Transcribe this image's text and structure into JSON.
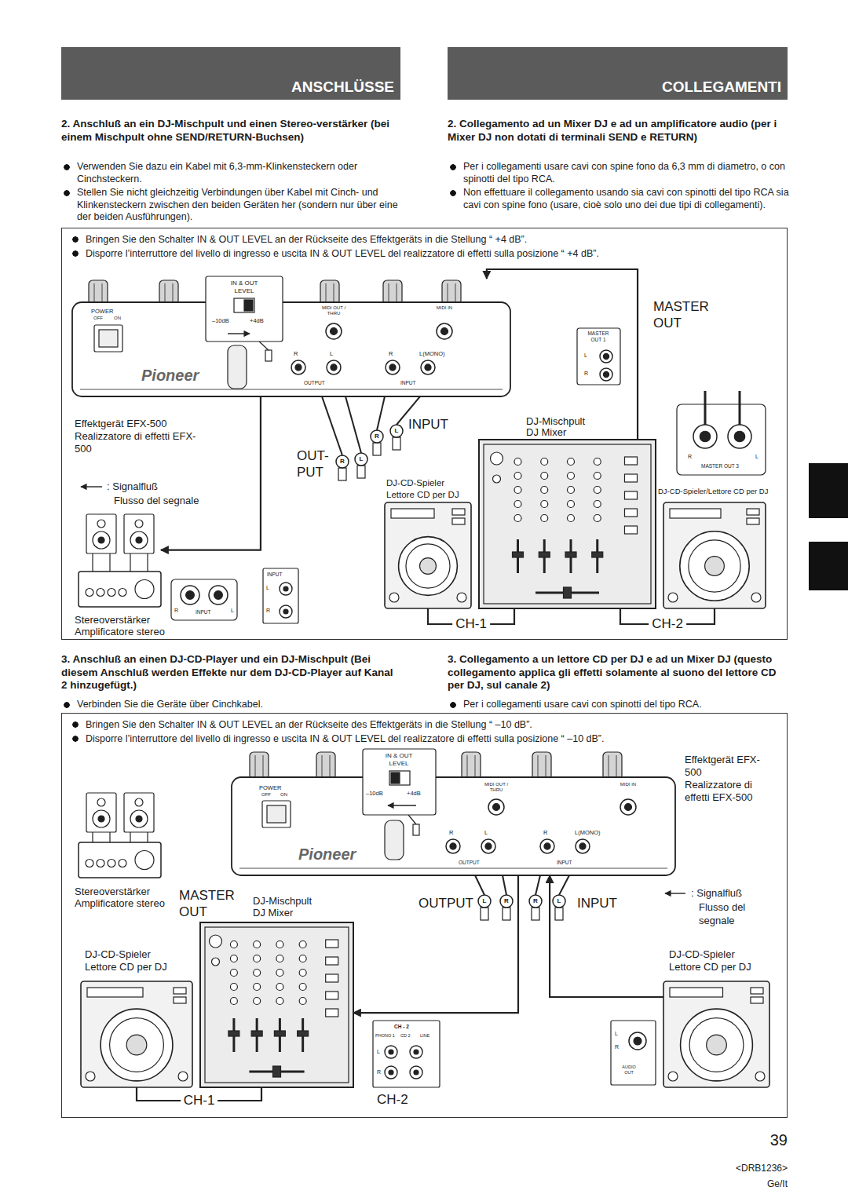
{
  "diagram": {
    "nodes": [
      {
        "text": [
          "ANSCHLÜSSE"
        ]
      },
      {
        "text": [
          "COLLEGAMENTI"
        ]
      },
      {
        "text": [
          "Bringen Sie den Schalter IN & OUT LEVEL an der Rückseite des Effektgeräts in die Stellung “ +4 dB”.",
          "Disporre l’interruttore del livello di ingresso e uscita IN & OUT LEVEL del realizzatore di effetti sulla posizione “ +4 dB”."
        ]
      },
      {
        "text": [
          "Effektgerät EFX-500",
          "Realizzatore di effetti EFX-500"
        ],
        "in": 2
      },
      {
        "text": [
          "DJ-Mischpult",
          "DJ Mixer"
        ],
        "in": 2
      },
      {
        "text": [
          "DJ-CD-Spieler",
          "Lettore CD per DJ"
        ],
        "in": 2
      },
      {
        "text": [
          "DJ-CD-Spieler/Lettore CD per DJ"
        ],
        "in": 2
      },
      {
        "text": [
          "Stereoverstärker",
          "Amplificatore stereo"
        ],
        "in": 2
      },
      {
        "text": [
          "Bringen Sie den Schalter IN & OUT LEVEL an der Rückseite des Effektgeräts in die Stellung “ –10 dB”.",
          "Disporre l’interruttore del livello di ingresso e uscita IN & OUT LEVEL del realizzatore di effetti sulla posizione “ –10 dB”."
        ]
      },
      {
        "text": [
          "Effektgerät EFX-500",
          "Realizzatore di effetti EFX-500"
        ],
        "in": 8
      },
      {
        "text": [
          "Stereoverstärker",
          "Amplificatore stereo"
        ],
        "in": 8
      },
      {
        "text": [
          "DJ-Mischpult",
          "DJ Mixer"
        ],
        "in": 8
      },
      {
        "text": [
          "DJ-CD-Spieler",
          "Lettore CD per DJ"
        ],
        "in": 8
      },
      {
        "text": [
          "DJ-CD-Spieler",
          "Lettore CD per DJ"
        ],
        "in": 8
      }
    ],
    "edges": [
      {
        "from": 4,
        "to": 3,
        "arrow": "to"
      },
      {
        "from": 3,
        "to": 7,
        "arrow": "to"
      },
      {
        "from": 5,
        "to": 4,
        "label": "CH-1",
        "arrow": "none"
      },
      {
        "from": 6,
        "to": 4,
        "label": "CH-2",
        "arrow": "none"
      },
      {
        "from": 9,
        "to": 11,
        "arrow": "to"
      },
      {
        "from": 13,
        "to": 9,
        "arrow": "to"
      },
      {
        "from": 12,
        "to": 11,
        "label": "CH-1",
        "arrow": "none"
      }
    ],
    "labels": [
      "2. Anschluß an ein DJ-Mischpult und einen Stereo-verstärker (bei einem Mischpult ohne SEND/RETURN-Buchsen)",
      "Verwenden Sie dazu ein Kabel mit 6,3-mm-Klinkensteckern oder Cinchsteckern.",
      "Stellen Sie nicht gleichzeitig Verbindungen über Kabel mit Cinch- und Klinkensteckern zwischen den beiden Geräten her (sondern nur über eine der beiden Ausführungen).",
      "2. Collegamento ad un Mixer DJ e ad un amplificatore audio (per i Mixer DJ non dotati di terminali SEND e RETURN)",
      "Per i collegamenti usare cavi con spine fono da 6,3 mm di diametro, o con spinotti del tipo RCA.",
      "Non effettuare il collegamento usando sia cavi con spinotti del tipo RCA sia cavi con spine fono (usare, cioè solo uno dei due tipi di collegamenti).",
      "IN & OUT LEVEL",
      "–10dB",
      "+4dB",
      "POWER",
      "OFF",
      "ON",
      "MIDI OUT / THRU",
      "MIDI IN",
      "R",
      "L",
      "R",
      "L(MONO)",
      "OUTPUT",
      "INPUT",
      "MASTER OUT",
      "MASTER OUT 1",
      "L",
      "R",
      "INPUT",
      "OUT- PUT",
      "MASTER OUT 3",
      "R",
      "L",
      "R",
      "L",
      "INPUT",
      "INPUT",
      "L",
      "R",
      "R",
      "L",
      "R",
      "L",
      "3. Anschluß an einen DJ-CD-Player und ein DJ-Mischpult (Bei diesem Anschluß werden Effekte nur dem DJ-CD-Player auf Kanal 2 hinzugefügt.)",
      "Verbinden Sie die Geräte über Cinchkabel.",
      "3. Collegamento a un lettore CD per DJ e ad un Mixer DJ (questo collegamento applica gli effetti solamente al suono del lettore CD per DJ, sul canale 2)",
      "Per i collegamenti usare cavi con spinotti del tipo RCA.",
      "IN & OUT LEVEL",
      "–10dB",
      "+4dB",
      "POWER",
      "MIDI OUT / THRU",
      "MIDI IN",
      "OUTPUT",
      "INPUT",
      "MASTER OUT",
      "OUTPUT",
      "L",
      "R",
      "R",
      "L",
      "INPUT",
      "CH - 2",
      "PHONO 1",
      "CD 2",
      "LINE",
      "L",
      "R",
      "AUDIO OUT",
      "L",
      "R",
      "CH-2",
      "39",
      "<DRB1236>",
      "Ge/It",
      "Pioneer",
      "Pioneer",
      "OFF",
      "ON",
      "R",
      "L",
      "R",
      "L(MONO)"
    ],
    "legend": [
      {
        "text": ": Signalfluß"
      },
      {
        "text": "Flusso del segnale"
      },
      {
        "text": ": Signalfluß"
      },
      {
        "text": "Flusso del segnale"
      }
    ]
  }
}
